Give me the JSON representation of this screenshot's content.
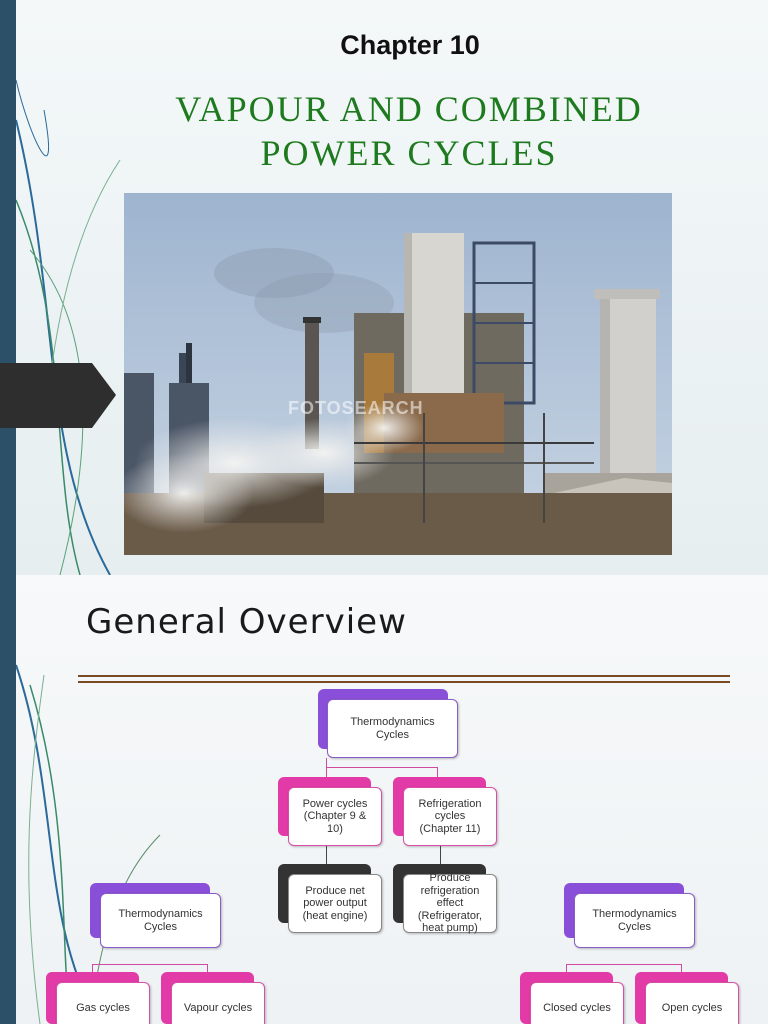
{
  "slide1": {
    "chapter": "Chapter 10",
    "title_line1": "VAPOUR AND COMBINED",
    "title_line2": "POWER CYCLES",
    "photo_watermark": "FOTOSEARCH"
  },
  "slide2": {
    "heading": "General Overview",
    "top_tree": {
      "root": "Thermodynamics\nCycles",
      "power": "Power cycles\n(Chapter 9 &\n10)",
      "refrig": "Refrigeration\ncycles\n(Chapter 11)",
      "power_desc": "Produce net\npower output\n(heat engine)",
      "refrig_desc": "Produce\nrefrigeration\neffect\n(Refrigerator,\nheat pump)"
    },
    "left_tree": {
      "root": "Thermodynamics\nCycles",
      "child1": "Gas cycles",
      "child2": "Vapour cycles"
    },
    "right_tree": {
      "root": "Thermodynamics\nCycles",
      "child1": "Closed cycles",
      "child2": "Open cycles"
    }
  },
  "colors": {
    "sidebar": "#2b5068",
    "title_green": "#1e7a1e",
    "purple": "#8a4fd8",
    "pink": "#e23aa6",
    "rule_brown": "#7a4a22"
  }
}
